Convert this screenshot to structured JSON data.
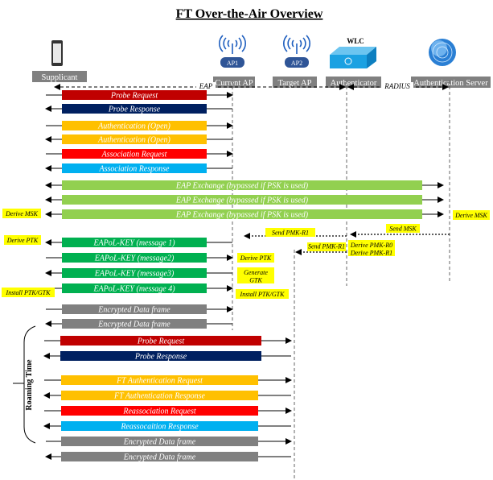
{
  "title": "FT Over-the-Air Overview",
  "entities": [
    {
      "name": "supplicant",
      "label": "Supplicant",
      "icon": "smartphone-icon"
    },
    {
      "name": "current-ap",
      "label": "Current AP",
      "icon": "wireless-ap-icon",
      "badge": "AP1"
    },
    {
      "name": "target-ap",
      "label": "Target AP",
      "icon": "wireless-ap-icon",
      "badge": "AP2"
    },
    {
      "name": "authenticator",
      "label": "Authenticator",
      "icon": "wlc-switch-icon",
      "caption": "WLC"
    },
    {
      "name": "authentication-server",
      "label": "Authentication Server",
      "icon": "server-globe-icon"
    }
  ],
  "protocols": {
    "eap": "EAP",
    "radius": "RADIUS"
  },
  "messages": [
    {
      "label": "Probe Request",
      "color": "#c00000",
      "dir": "right"
    },
    {
      "label": "Probe Response",
      "color": "#002060",
      "dir": "left"
    },
    {
      "label": "Authentication (Open)",
      "color": "#ffc000",
      "dir": "right"
    },
    {
      "label": "Authentication (Open)",
      "color": "#ffc000",
      "dir": "left"
    },
    {
      "label": "Association Request",
      "color": "#ff0000",
      "dir": "right"
    },
    {
      "label": "Association Response",
      "color": "#00b0f0",
      "dir": "left"
    },
    {
      "label": "EAP Exchange (bypassed if PSK is used)",
      "color": "#92d050",
      "dir": "both"
    },
    {
      "label": "EAP Exchange (bypassed if PSK is used)",
      "color": "#92d050",
      "dir": "both"
    },
    {
      "label": "EAP Exchange (bypassed if PSK is used)",
      "color": "#92d050",
      "dir": "both"
    },
    {
      "label": "EAPoL-KEY (message 1)",
      "color": "#00b050",
      "dir": "left"
    },
    {
      "label": "EAPoL-KEY (message2)",
      "color": "#00b050",
      "dir": "right"
    },
    {
      "label": "EAPoL-KEY (message3)",
      "color": "#00b050",
      "dir": "left"
    },
    {
      "label": "EAPoL-KEY (message 4)",
      "color": "#00b050",
      "dir": "right"
    },
    {
      "label": "Encrypted Data frame",
      "color": "#808080",
      "dir": "right"
    },
    {
      "label": "Encrypted Data frame",
      "color": "#808080",
      "dir": "left"
    },
    {
      "label": "Probe Request",
      "color": "#c00000",
      "dir": "right"
    },
    {
      "label": "Probe Response",
      "color": "#002060",
      "dir": "left"
    },
    {
      "label": "FT Authentication Request",
      "color": "#ffc000",
      "dir": "right"
    },
    {
      "label": "FT Authentication Response",
      "color": "#ffc000",
      "dir": "left"
    },
    {
      "label": "Reassociation Request",
      "color": "#ff0000",
      "dir": "right"
    },
    {
      "label": "Reassocaition Response",
      "color": "#00b0f0",
      "dir": "left"
    },
    {
      "label": "Encrypted Data frame",
      "color": "#808080",
      "dir": "right"
    },
    {
      "label": "Encrypted Data frame",
      "color": "#808080",
      "dir": "left"
    }
  ],
  "notes": [
    {
      "lines": [
        "Derive MSK"
      ]
    },
    {
      "lines": [
        "Derive MSK"
      ]
    },
    {
      "lines": [
        "Derive PTK"
      ]
    },
    {
      "lines": [
        "Send PMK-R1"
      ]
    },
    {
      "lines": [
        "Send MSK"
      ]
    },
    {
      "lines": [
        "Send PMK-R1"
      ]
    },
    {
      "lines": [
        "Derive PMK-R0",
        "Derive PMK-R1"
      ]
    },
    {
      "lines": [
        "Derive PTK"
      ]
    },
    {
      "lines": [
        "Generate",
        "GTK"
      ]
    },
    {
      "lines": [
        "Install PTK/GTK"
      ]
    },
    {
      "lines": [
        "Install PTK/GTK"
      ]
    }
  ],
  "roaming_label": "Roaming Time",
  "colors": {
    "note": "#ffff00",
    "header_box": "#808080",
    "ap_badge": "#2f5597",
    "wlc": "#1ba1e2"
  }
}
